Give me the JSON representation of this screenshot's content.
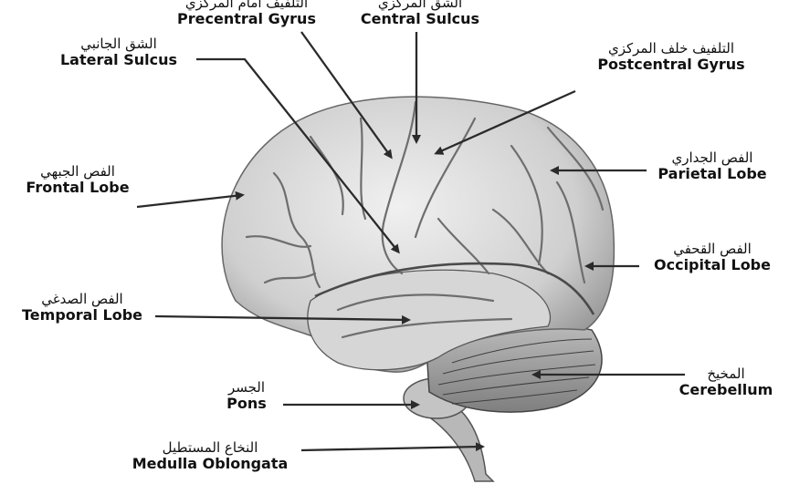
{
  "labels": {
    "precentral": {
      "ar": "التلفيف أمام المركزي",
      "en": "Precentral Gyrus"
    },
    "central": {
      "ar": "الشق المركزي",
      "en": "Central Sulcus"
    },
    "lateral": {
      "ar": "الشق الجانبي",
      "en": "Lateral Sulcus"
    },
    "postcentral": {
      "ar": "التلفيف خلف المركزي",
      "en": "Postcentral Gyrus"
    },
    "frontal": {
      "ar": "الفص الجبهي",
      "en": "Frontal Lobe"
    },
    "parietal": {
      "ar": "الفص الجداري",
      "en": "Parietal Lobe"
    },
    "occipital": {
      "ar": "الفص القحفي",
      "en": "Occipital Lobe"
    },
    "temporal": {
      "ar": "الفص الصدغي",
      "en": "Temporal Lobe"
    },
    "cerebellum": {
      "ar": "المخيخ",
      "en": "Cerebellum"
    },
    "pons": {
      "ar": "الجسر",
      "en": "Pons"
    },
    "medulla": {
      "ar": "النخاع المستطيل",
      "en": "Medulla Oblongata"
    }
  },
  "colors": {
    "cortex": "#d9d9d9",
    "sulci": "#6e6e6e",
    "cerebellum": "#a6a6a6",
    "arrow": "#2a2a2a"
  }
}
